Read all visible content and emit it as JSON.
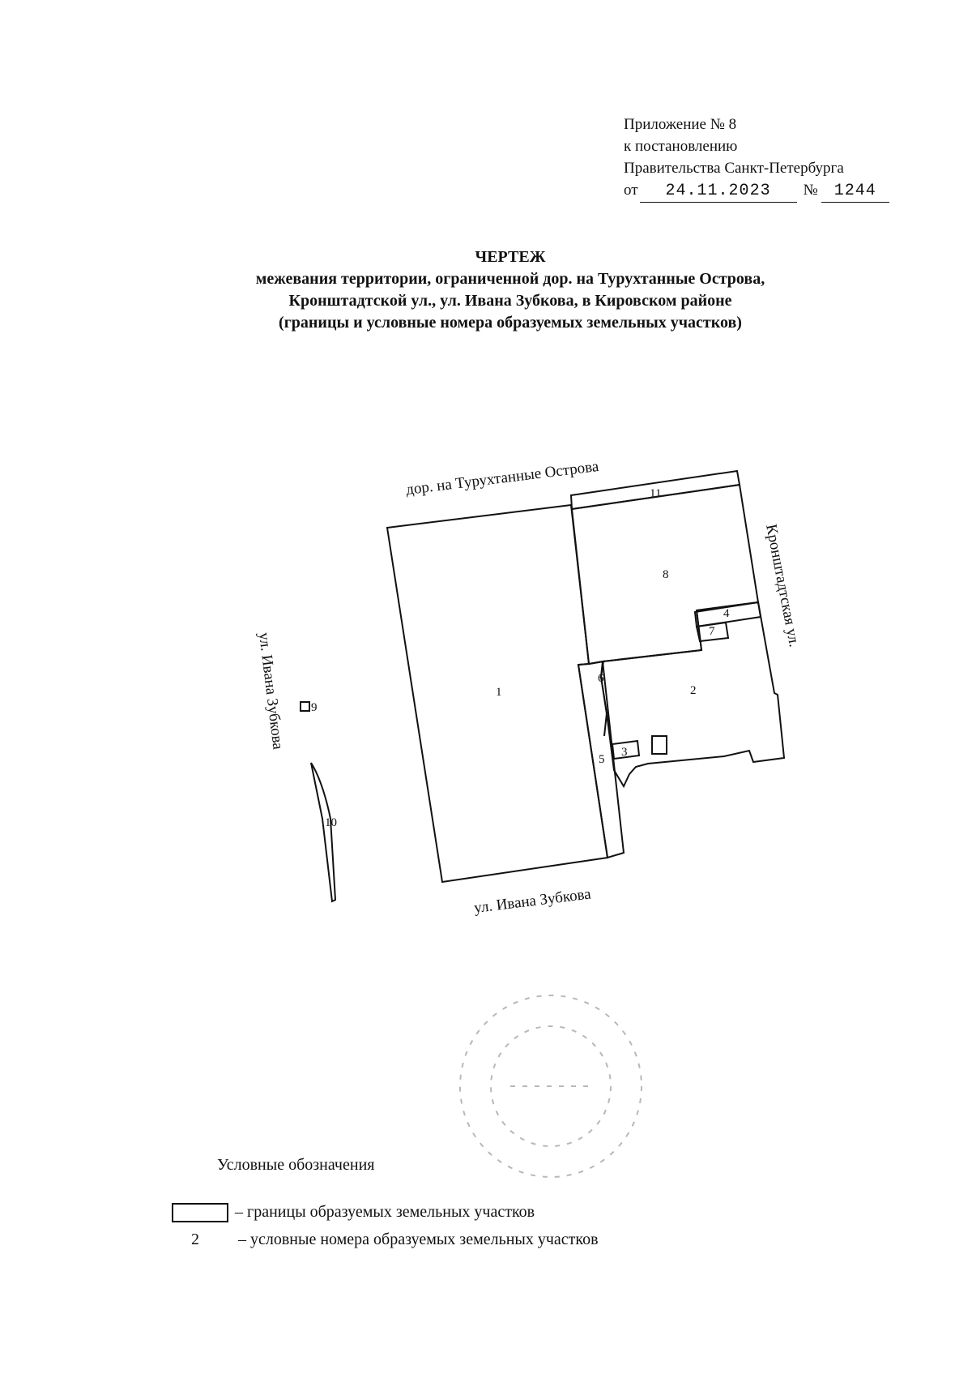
{
  "annex": {
    "line1": "Приложение № 8",
    "line2": "к постановлению",
    "line3": "Правительства Санкт-Петербурга",
    "date_prefix": "от",
    "date": "24.11.2023",
    "number_sign": "№",
    "number": "1244"
  },
  "title": {
    "heading": "ЧЕРТЕЖ",
    "line1": "межевания территории, ограниченной дор. на Турухтанные Острова,",
    "line2": "Кронштадтской ул., ул. Ивана Зубкова, в Кировском районе",
    "line3": "(границы и  условные номера образуемых земельных участков)"
  },
  "map": {
    "street_top": "дор. на Турухтанные Острова",
    "street_right": "Кронштадтская ул.",
    "street_left": "ул. Ивана Зубкова",
    "street_bottom": "ул. Ивана Зубкова",
    "plots": [
      "1",
      "2",
      "3",
      "4",
      "5",
      "6",
      "7",
      "8",
      "9",
      "10",
      "11"
    ]
  },
  "legend": {
    "heading": "Условные обозначения",
    "boundary_text": "– границы образуемых земельных участков",
    "number_sample": "2",
    "number_text": "– условные номера образуемых земельных участков"
  }
}
